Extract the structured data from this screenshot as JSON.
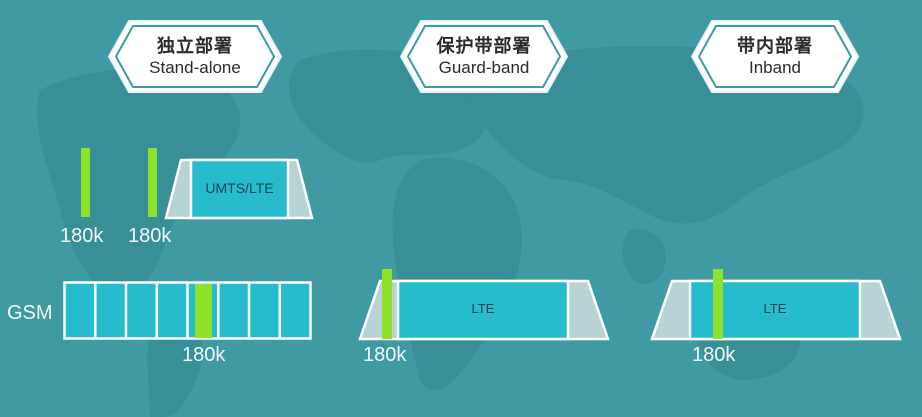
{
  "colors": {
    "background": "#3f9aa3",
    "continent": "#378e97",
    "carrier_fill": "#26bccd",
    "guard_fill": "#b7d3d6",
    "nb_iot_green": "#8fe22c",
    "outline": "#ffffff",
    "label_text": "#f2f8f8",
    "header_text": "#2b2b2b"
  },
  "headers": [
    {
      "zh": "独立部署",
      "en": "Stand-alone"
    },
    {
      "zh": "保护带部署",
      "en": "Guard-band"
    },
    {
      "zh": "带内部署",
      "en": "Inband"
    }
  ],
  "standalone": {
    "top": {
      "carrier_label": "UMTS/LTE",
      "nb_labels": [
        "180k",
        "180k"
      ]
    },
    "gsm": {
      "label": "GSM",
      "channel_count": 8,
      "nb_channel_index": 4,
      "nb_label": "180k"
    }
  },
  "guardband": {
    "carrier_label": "LTE",
    "nb_label": "180k"
  },
  "inband": {
    "carrier_label": "LTE",
    "nb_label": "180k"
  }
}
